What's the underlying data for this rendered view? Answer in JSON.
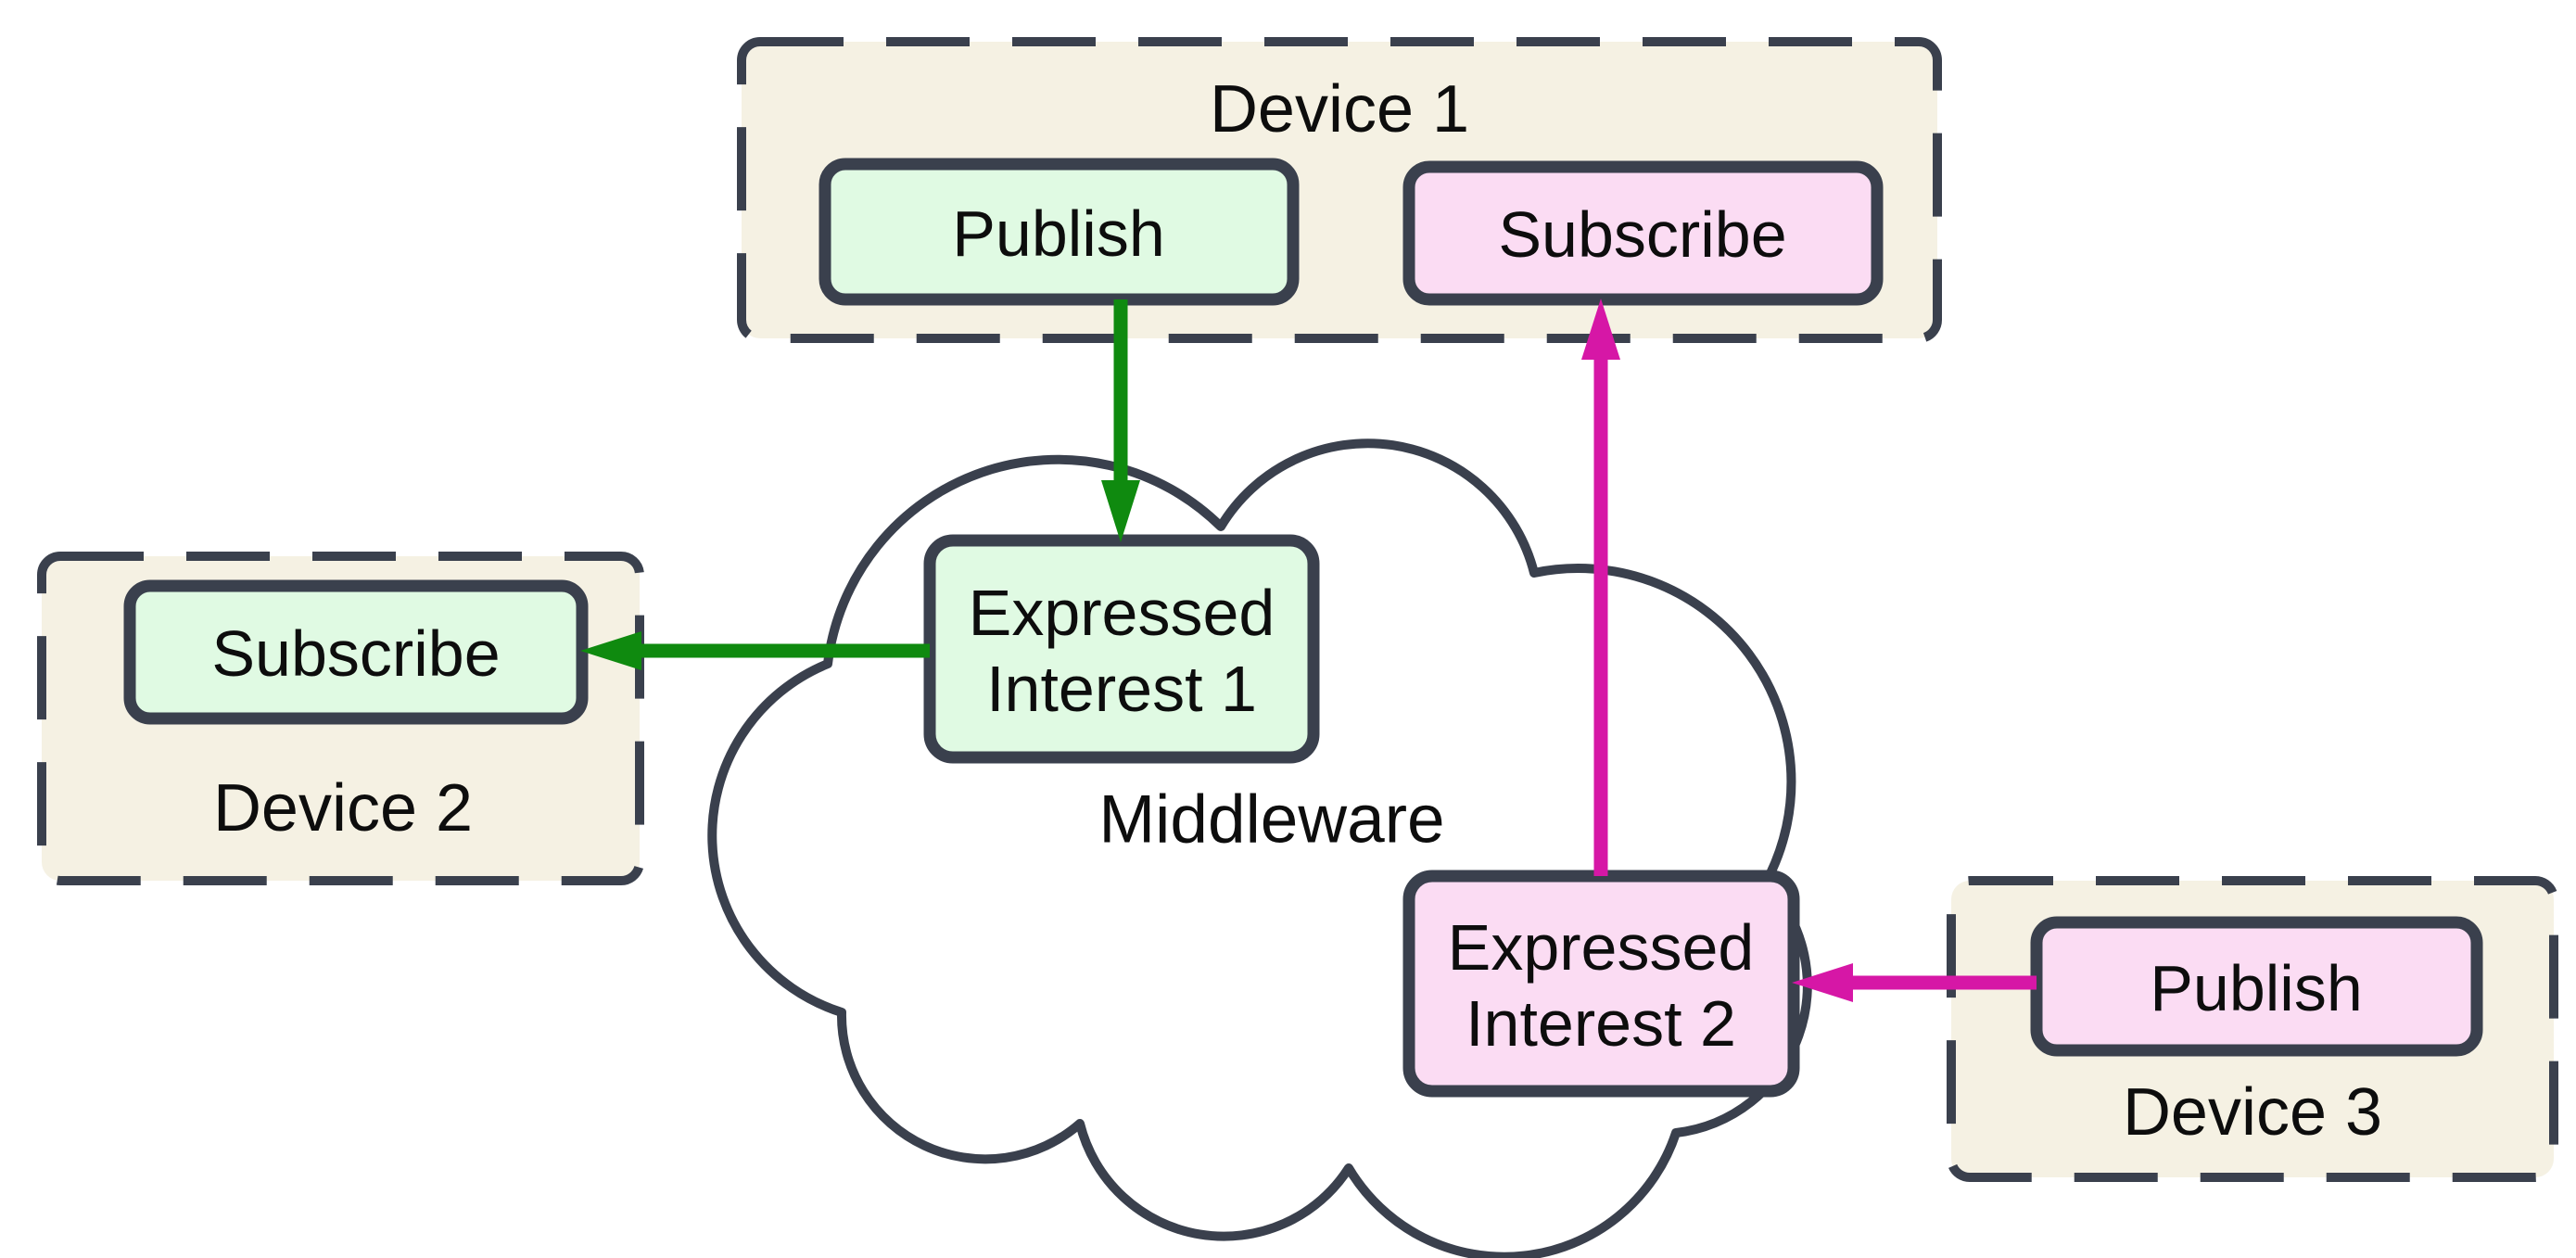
{
  "diagram": {
    "type": "publish-subscribe middleware diagram",
    "middleware": {
      "label": "Middleware",
      "nodes": [
        {
          "id": "expressed-interest-1",
          "line1": "Expressed",
          "line2": "Interest 1",
          "color": "#E0FAE3"
        },
        {
          "id": "expressed-interest-2",
          "line1": "Expressed",
          "line2": "Interest 2",
          "color": "#FBDCF3"
        }
      ]
    },
    "devices": [
      {
        "id": "device-1",
        "label": "Device 1",
        "boxes": [
          {
            "id": "device1-publish",
            "label": "Publish",
            "color": "#E0FAE3"
          },
          {
            "id": "device1-subscribe",
            "label": "Subscribe",
            "color": "#FBDCF3"
          }
        ]
      },
      {
        "id": "device-2",
        "label": "Device 2",
        "boxes": [
          {
            "id": "device2-subscribe",
            "label": "Subscribe",
            "color": "#E0FAE3"
          }
        ]
      },
      {
        "id": "device-3",
        "label": "Device 3",
        "boxes": [
          {
            "id": "device3-publish",
            "label": "Publish",
            "color": "#FBDCF3"
          }
        ]
      }
    ],
    "arrows": [
      {
        "id": "arrow-publish1-to-interest1",
        "from": "Device 1 Publish",
        "to": "Expressed Interest 1",
        "color": "#0F8A0F"
      },
      {
        "id": "arrow-interest1-to-subscribe2",
        "from": "Expressed Interest 1",
        "to": "Device 2 Subscribe",
        "color": "#0F8A0F"
      },
      {
        "id": "arrow-interest2-to-subscribe1",
        "from": "Expressed Interest 2",
        "to": "Device 1 Subscribe",
        "color": "#D617A6"
      },
      {
        "id": "arrow-publish3-to-interest2",
        "from": "Device 3 Publish",
        "to": "Expressed Interest 2",
        "color": "#D617A6"
      }
    ],
    "colors": {
      "background": "#ffffff",
      "device_fill": "#F5F1E3",
      "outline": "#3A404D",
      "green_fill": "#E0FAE3",
      "pink_fill": "#FBDCF3",
      "green_arrow": "#0F8A0F",
      "magenta_arrow": "#D617A6",
      "text": "#0d0d0d"
    }
  }
}
